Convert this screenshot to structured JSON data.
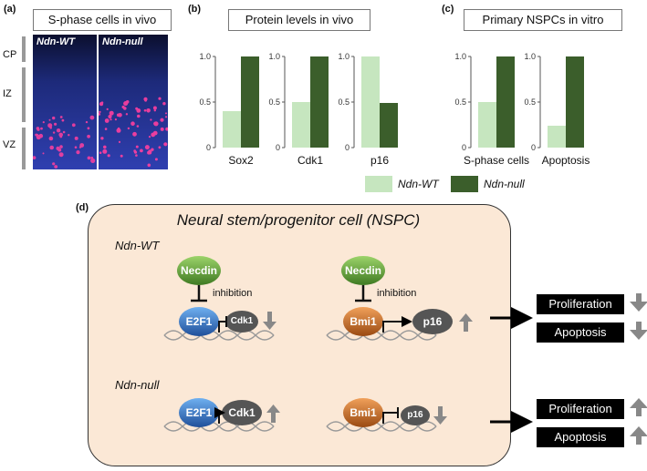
{
  "panels": {
    "a": {
      "label": "(a)",
      "title": "S-phase cells in vivo",
      "layers": [
        "CP",
        "IZ",
        "VZ"
      ],
      "img_labels": [
        "Ndn-WT",
        "Ndn-null"
      ]
    },
    "b": {
      "label": "(b)",
      "title": "Protein levels in vivo"
    },
    "c": {
      "label": "(c)",
      "title": "Primary NSPCs in vitro"
    },
    "d": {
      "label": "(d)"
    }
  },
  "legend": {
    "wt": "Ndn-WT",
    "null": "Ndn-null",
    "wt_color": "#c6e6bf",
    "null_color": "#3b5e2b"
  },
  "chart_data": [
    {
      "type": "bar",
      "panel": "b",
      "categories": [
        "Sox2"
      ],
      "series": [
        {
          "name": "Ndn-WT",
          "values": [
            0.4
          ]
        },
        {
          "name": "Ndn-null",
          "values": [
            1.0
          ]
        }
      ],
      "ylim": [
        0,
        1
      ],
      "yticks": [
        "1.0",
        "0.5",
        "0"
      ]
    },
    {
      "type": "bar",
      "panel": "b",
      "categories": [
        "Cdk1"
      ],
      "series": [
        {
          "name": "Ndn-WT",
          "values": [
            0.5
          ]
        },
        {
          "name": "Ndn-null",
          "values": [
            1.0
          ]
        }
      ],
      "ylim": [
        0,
        1
      ],
      "yticks": [
        "1.0",
        "0.5",
        "0"
      ]
    },
    {
      "type": "bar",
      "panel": "b",
      "categories": [
        "p16"
      ],
      "series": [
        {
          "name": "Ndn-WT",
          "values": [
            1.0
          ]
        },
        {
          "name": "Ndn-null",
          "values": [
            0.49
          ]
        }
      ],
      "ylim": [
        0,
        1
      ],
      "yticks": [
        "1.0",
        "0.5",
        "0"
      ]
    },
    {
      "type": "bar",
      "panel": "c",
      "categories": [
        "S-phase cells"
      ],
      "series": [
        {
          "name": "Ndn-WT",
          "values": [
            0.5
          ]
        },
        {
          "name": "Ndn-null",
          "values": [
            1.0
          ]
        }
      ],
      "ylim": [
        0,
        1
      ],
      "yticks": [
        "1.0",
        "0.5",
        "0"
      ]
    },
    {
      "type": "bar",
      "panel": "c",
      "categories": [
        "Apoptosis"
      ],
      "series": [
        {
          "name": "Ndn-WT",
          "values": [
            0.24
          ]
        },
        {
          "name": "Ndn-null",
          "values": [
            1.0
          ]
        }
      ],
      "ylim": [
        0,
        1
      ],
      "yticks": [
        "1.0",
        "0.5",
        "0"
      ]
    }
  ],
  "diagram": {
    "title": "Neural stem/progenitor cell (NSPC)",
    "wt_label": "Ndn-WT",
    "null_label": "Ndn-null",
    "necdin": "Necdin",
    "inhibition": "inhibition",
    "e2f1": "E2F1",
    "cdk1": "Cdk1",
    "bmi1": "Bmi1",
    "p16": "p16",
    "proliferation": "Proliferation",
    "apoptosis": "Apoptosis",
    "colors": {
      "necdin": "#5a9a3a",
      "e2f1": "#2f6fb8",
      "bmi1": "#c0631f",
      "gene": "#555555",
      "arrow": "#888888"
    }
  }
}
